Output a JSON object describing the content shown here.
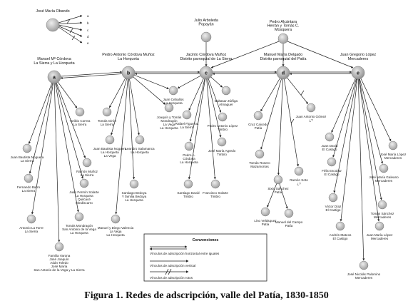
{
  "caption": "Figura 1. Redes de adscripción, valle del Patía, 1830-1850",
  "obando": {
    "name": "José María Obando",
    "links": [
      "a",
      "b",
      "c",
      "d",
      "e"
    ]
  },
  "hubs": [
    {
      "id": "a",
      "letter": "a",
      "title": [
        "Manuel Mª Córdova",
        "La Sierra y La Horqueta"
      ]
    },
    {
      "id": "b",
      "letter": "b",
      "title": [
        "Pedro Antonio Córdova Muñoz",
        "La Horqueta"
      ]
    },
    {
      "id": "c",
      "letter": "c",
      "title": [
        "Jacinto Córdova Muñoz",
        "Distrito parroquial de La Sierra"
      ]
    },
    {
      "id": "d",
      "letter": "d",
      "title": [
        "Manuel María Delgado",
        "Distrito parroquial del Patía"
      ]
    },
    {
      "id": "e",
      "letter": "e",
      "title": [
        "Juan Gregorio López",
        "Mercaderes"
      ]
    }
  ],
  "top_nodes": [
    {
      "id": "arboleda",
      "lines": [
        "Julio Arboleda",
        "Popayán"
      ]
    },
    {
      "id": "alcantara",
      "lines": [
        "Pedro Alcántara",
        "Herrán y Tomás C.",
        "Mosquera"
      ]
    }
  ],
  "leaves": [
    {
      "id": "a1",
      "hub": "a",
      "lines": [
        "Toribio Correa",
        "La Sierra"
      ]
    },
    {
      "id": "a2",
      "hub": "a",
      "lines": [
        "Juan Bautista Noguera",
        "La Sierra"
      ]
    },
    {
      "id": "a3",
      "hub": "a",
      "lines": [
        "Fernando Barro",
        "La Sierra"
      ]
    },
    {
      "id": "a4",
      "hub": "a",
      "lines": [
        "Ramón Muñoz",
        "La Sierra"
      ]
    },
    {
      "id": "a5",
      "hub": "a",
      "lines": [
        "Juan Fermín Solarte",
        "La Horqueta",
        "Quilcacé",
        "Mindiscarro"
      ]
    },
    {
      "id": "a6",
      "hub": "a",
      "lines": [
        "Antonio La Torre",
        "La Sierra"
      ]
    },
    {
      "id": "a7",
      "hub": "a",
      "lines": [
        "Tomás Mondragón",
        "San Antonio de la Vega",
        "La Horqueta"
      ]
    },
    {
      "id": "a8",
      "hub": "a",
      "lines": [
        "Familia Varona",
        "José Joaquín",
        "Adán Toledo",
        "José María",
        "San Antonio de la Vega y La Sierra"
      ]
    },
    {
      "id": "b1",
      "hub": "b",
      "lines": [
        "Tomás Girón",
        "La Sierra"
      ]
    },
    {
      "id": "b2",
      "hub": "b",
      "lines": [
        "Joaquín y Tomás",
        "Mondragón",
        "La Vega",
        "La Horqueta"
      ]
    },
    {
      "id": "b3",
      "hub": "b",
      "lines": [
        "Juan Bautista Noguera",
        "La Horqueta",
        "La Vega"
      ]
    },
    {
      "id": "b4",
      "hub": "b",
      "lines": [
        "Leandro Salamanca",
        "La Horqueta"
      ]
    },
    {
      "id": "b5",
      "hub": "b",
      "lines": [
        "Santiago Bedoya",
        "Y familia Bedoya",
        "La Horqueta"
      ]
    },
    {
      "id": "b6",
      "hub": "b",
      "lines": [
        "Manuel y Diego Valencia",
        "La Vega",
        "La Horqueta"
      ]
    },
    {
      "id": "bc",
      "hub": "bc",
      "lines": [
        "Juan Ceballos",
        "La Horqueta"
      ]
    },
    {
      "id": "c1",
      "hub": "c",
      "lines": [
        "Baltasar Zúñiga",
        "Almaguer"
      ]
    },
    {
      "id": "c2",
      "hub": "c",
      "lines": [
        "Rafael Figueroa",
        "La Sierra"
      ]
    },
    {
      "id": "c3",
      "hub": "c",
      "lines": [
        "Pedro Antonio López",
        "Timbío"
      ]
    },
    {
      "id": "c4",
      "hub": "c",
      "lines": [
        "Pedro A.",
        "Córdova",
        "La Horqueta"
      ]
    },
    {
      "id": "c5",
      "hub": "c",
      "lines": [
        "José María Agredo",
        "Timbío"
      ]
    },
    {
      "id": "c6",
      "hub": "c",
      "lines": [
        "Santiago David",
        "Timbío"
      ]
    },
    {
      "id": "c7",
      "hub": "c",
      "lines": [
        "Francisco Solarte",
        "Timbío"
      ]
    },
    {
      "id": "d1",
      "hub": "d",
      "lines": [
        "Cruz Caicedo",
        "Patía"
      ]
    },
    {
      "id": "d2",
      "hub": "d",
      "lines": [
        "Juan Antonio Gómez",
        "¿?"
      ]
    },
    {
      "id": "d3",
      "hub": "d",
      "lines": [
        "Tomás Rosero",
        "Mazamorras"
      ]
    },
    {
      "id": "d4",
      "hub": "d",
      "lines": [
        "Ramón Soto",
        "¿?"
      ]
    },
    {
      "id": "d5",
      "hub": "d",
      "lines": [
        "Sixto Sánchez",
        "Patía"
      ]
    },
    {
      "id": "d6",
      "hub": "d5",
      "lines": [
        "Lino Velásquez",
        "Patía"
      ]
    },
    {
      "id": "d7",
      "hub": "d5",
      "lines": [
        "Manuel del Campo",
        "Patía"
      ]
    },
    {
      "id": "e1",
      "hub": "e",
      "lines": [
        "Juan David",
        "El Castigo"
      ]
    },
    {
      "id": "e2",
      "hub": "e",
      "lines": [
        "José María López",
        "Mercaderes"
      ]
    },
    {
      "id": "e3",
      "hub": "e",
      "lines": [
        "Félix Escobar",
        "El Castigo"
      ]
    },
    {
      "id": "e4",
      "hub": "e",
      "lines": [
        "José María Galeano",
        "Mercaderes"
      ]
    },
    {
      "id": "e5",
      "hub": "e",
      "lines": [
        "Víctor Díaz",
        "El Castigo"
      ]
    },
    {
      "id": "e6",
      "hub": "e",
      "lines": [
        "Tomás Sánchez",
        "Mercaderes"
      ]
    },
    {
      "id": "e7",
      "hub": "e",
      "lines": [
        "Andrés Mateos",
        "El Castigo"
      ]
    },
    {
      "id": "e8",
      "hub": "e",
      "lines": [
        "Juan María López",
        "Mercaderes"
      ]
    },
    {
      "id": "e9",
      "hub": "e",
      "lines": [
        "José Nicolás Palomino",
        "Mercaderes"
      ]
    }
  ],
  "conventions": {
    "title": "Convenciones",
    "items": [
      "Vínculos de adscripción horizontal entre iguales",
      "Vínculos de adscripción vertical",
      "Vínculos de adscripción rotos"
    ]
  }
}
